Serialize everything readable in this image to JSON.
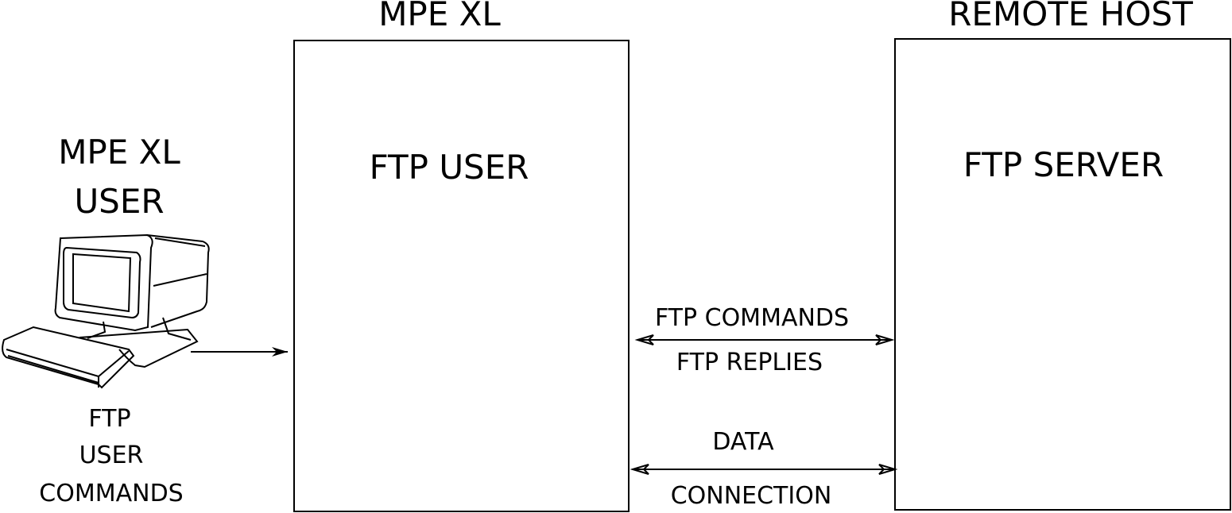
{
  "labels": {
    "left_header": "MPE XL",
    "right_header": "REMOTE HOST",
    "left_box": "FTP USER",
    "right_box": "FTP SERVER",
    "terminal_user_line1": "MPE XL",
    "terminal_user_line2": "USER",
    "user_cmds_line1": "FTP",
    "user_cmds_line2": "USER",
    "user_cmds_line3": "COMMANDS",
    "control_top": "FTP COMMANDS",
    "control_bottom": "FTP REPLIES",
    "data_top": "DATA",
    "data_bottom": "CONNECTION"
  },
  "icons": {
    "terminal": "computer-terminal-icon"
  }
}
